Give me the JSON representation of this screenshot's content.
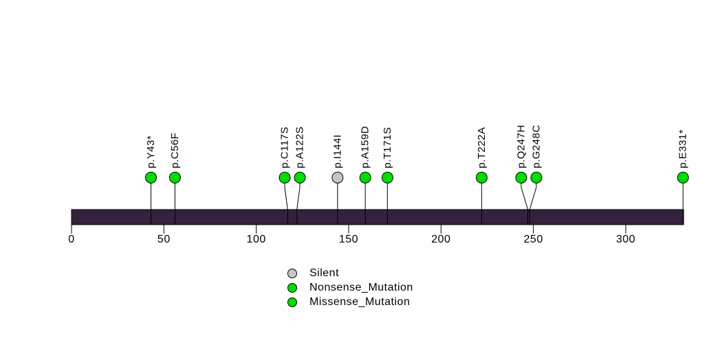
{
  "chart_data": {
    "type": "lollipop",
    "title": "",
    "xlabel": "",
    "ylabel": "",
    "background_color": "#ffffff",
    "axis": {
      "ticks": [
        0,
        50,
        100,
        150,
        200,
        250,
        300
      ],
      "xlim": [
        0,
        331.3
      ],
      "grid": false
    },
    "protein_bar": {
      "start": 0,
      "end": 331.3,
      "fill_color": "#35203D",
      "stroke_color": "#000000"
    },
    "marker_outline_color": "#000000",
    "stick_color": "#000000",
    "text_color": "#000000",
    "mutations": [
      {
        "label": "p.Y43*",
        "position": 43,
        "class": "Nonsense_Mutation",
        "color": "#00DD00"
      },
      {
        "label": "p.C56F",
        "position": 56,
        "class": "Missense_Mutation",
        "color": "#00DD00"
      },
      {
        "label": "p.C117S",
        "position": 117,
        "class": "Missense_Mutation",
        "color": "#00DD00"
      },
      {
        "label": "p.A122S",
        "position": 122,
        "class": "Missense_Mutation",
        "color": "#00DD00"
      },
      {
        "label": "p.I144I",
        "position": 144,
        "class": "Silent",
        "color": "#C6C6C6"
      },
      {
        "label": "p.A159D",
        "position": 159,
        "class": "Missense_Mutation",
        "color": "#00DD00"
      },
      {
        "label": "p.T171S",
        "position": 171,
        "class": "Missense_Mutation",
        "color": "#00DD00"
      },
      {
        "label": "p.T222A",
        "position": 222,
        "class": "Missense_Mutation",
        "color": "#00DD00"
      },
      {
        "label": "p.Q247H",
        "position": 247,
        "class": "Missense_Mutation",
        "color": "#00DD00"
      },
      {
        "label": "p.G248C",
        "position": 248,
        "class": "Missense_Mutation",
        "color": "#00DD00"
      },
      {
        "label": "p.E331*",
        "position": 331,
        "class": "Nonsense_Mutation",
        "color": "#00DD00"
      }
    ],
    "legend": {
      "position": "bottom-center",
      "items": [
        {
          "label": "Silent",
          "color": "#C6C6C6"
        },
        {
          "label": "Nonsense_Mutation",
          "color": "#00DD00"
        },
        {
          "label": "Missense_Mutation",
          "color": "#00DD00"
        }
      ]
    }
  }
}
